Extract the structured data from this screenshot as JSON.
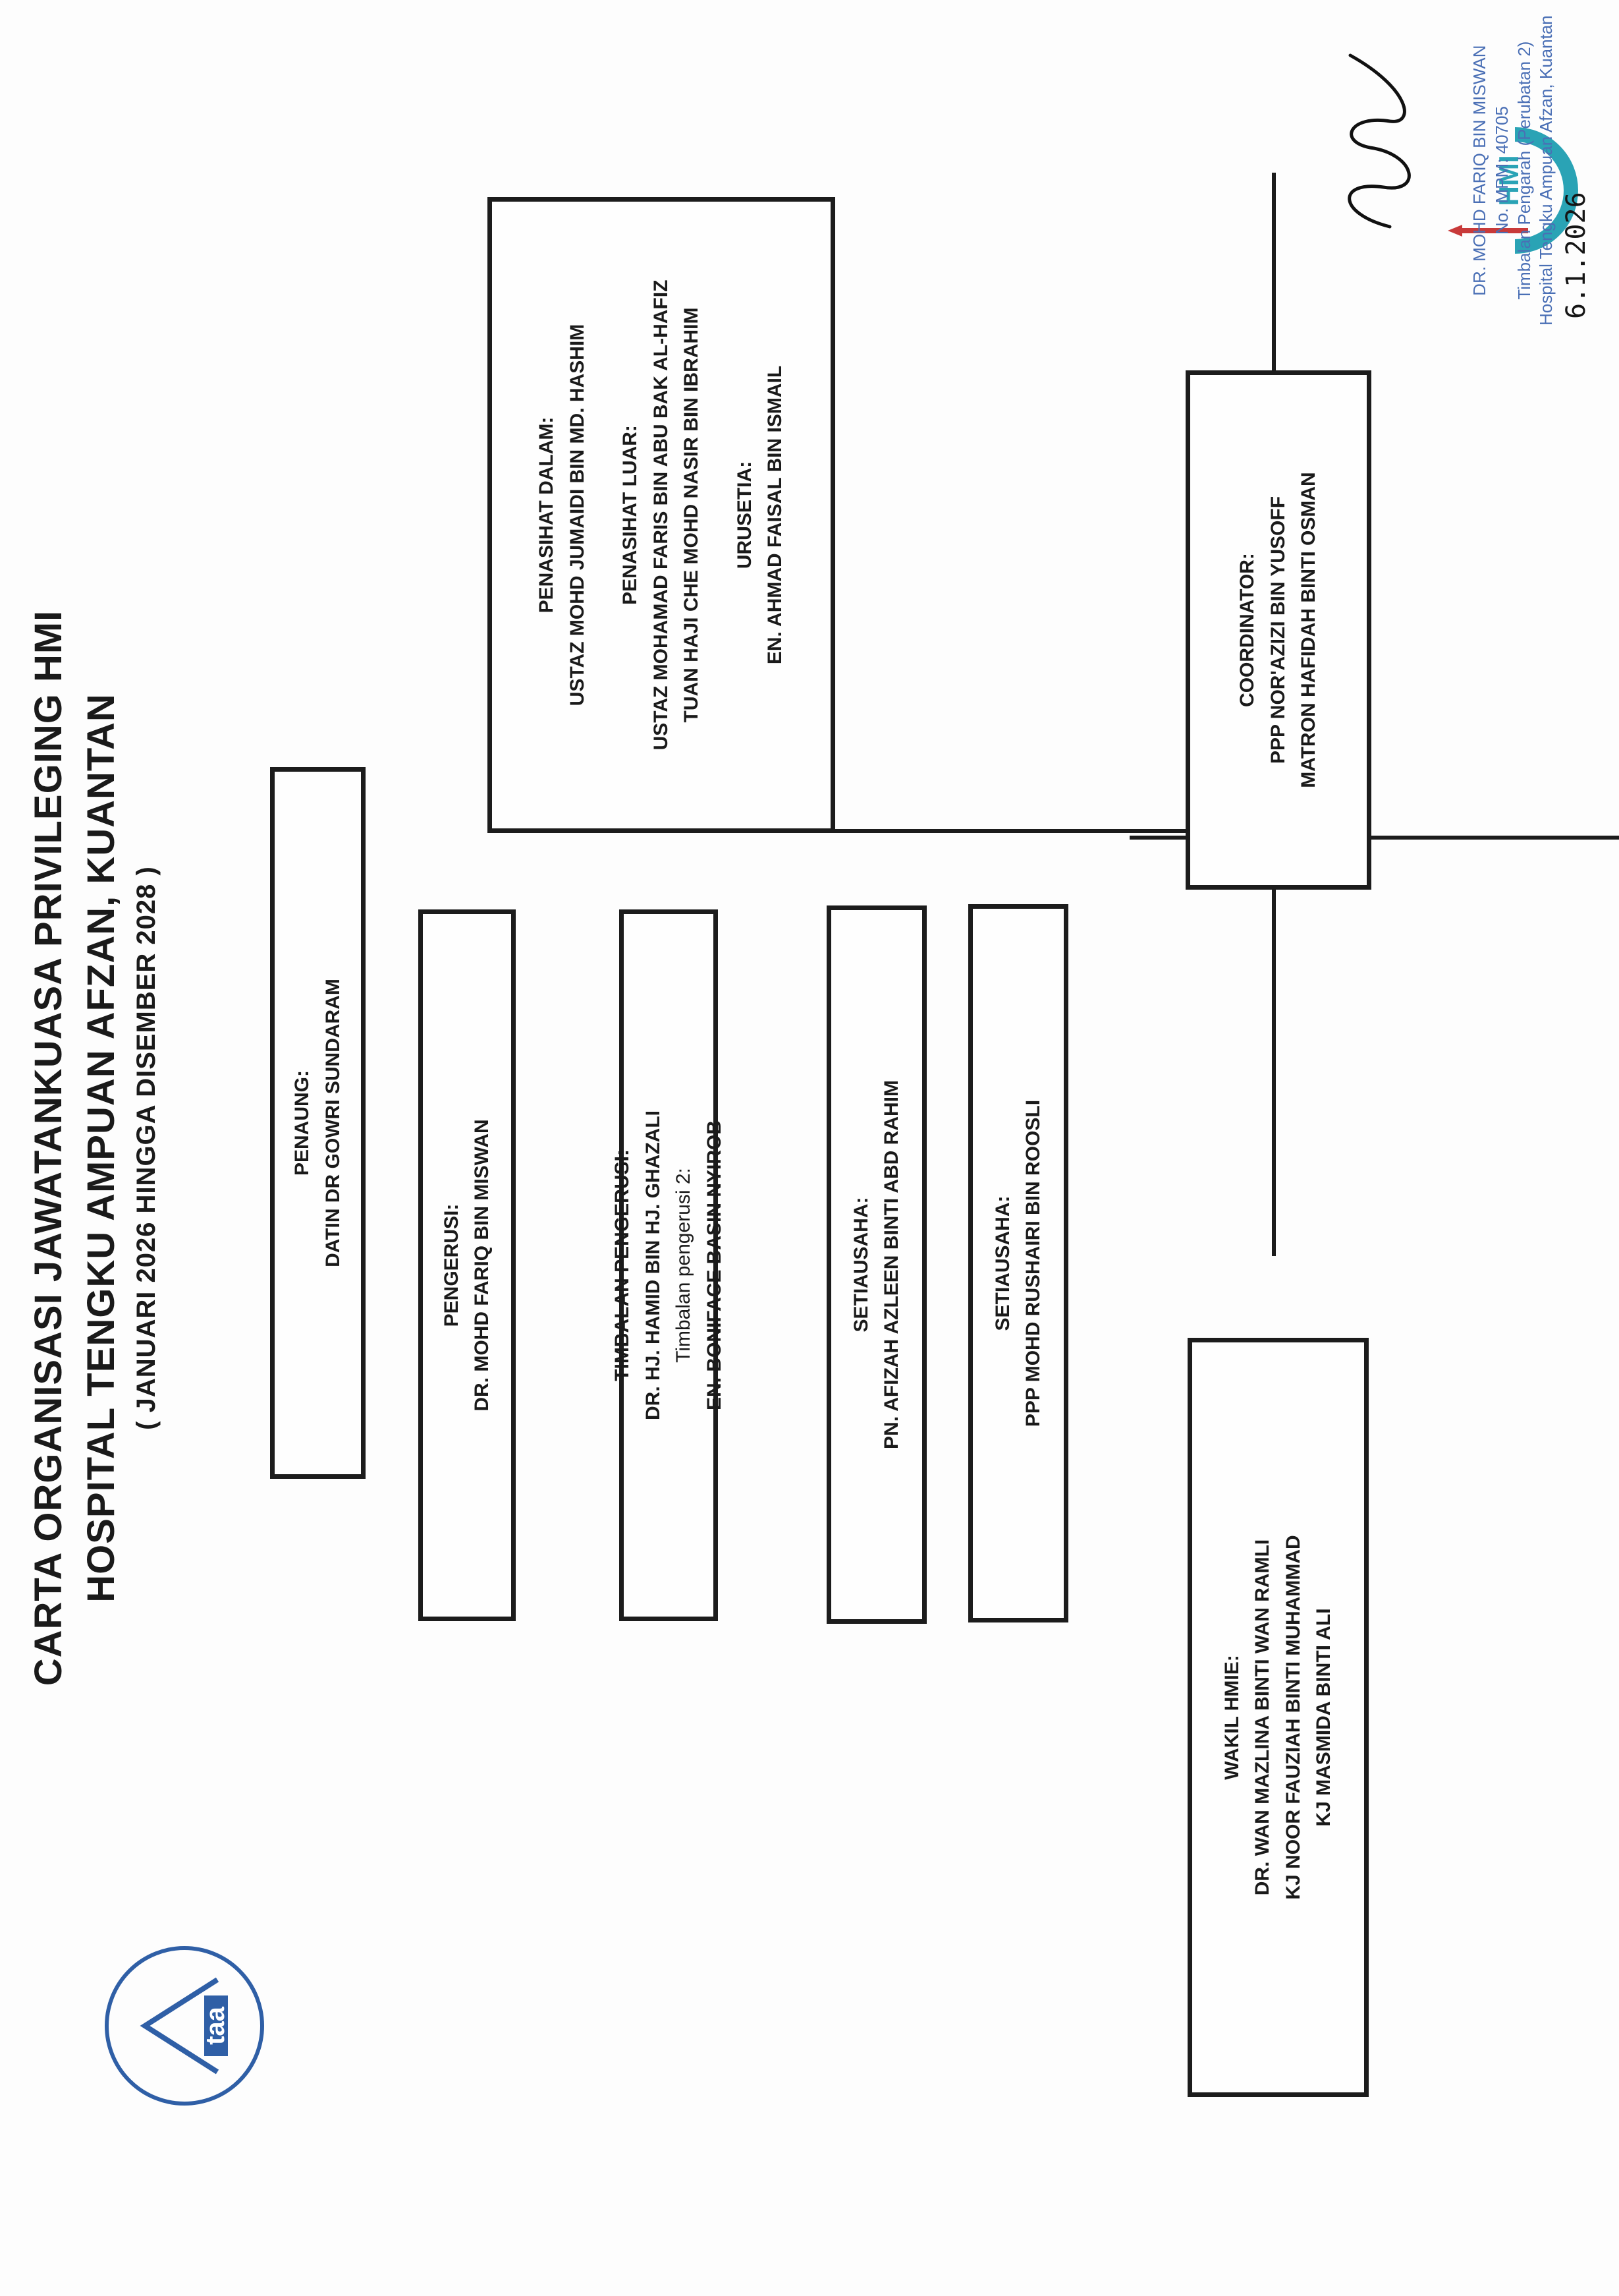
{
  "title": {
    "line1": "CARTA ORGANISASI JAWATANKUASA PRIVILEGING HMI",
    "line2": "HOSPITAL TENGKU AMPUAN AFZAN, KUANTAN",
    "line3": "( JANUARI 2026 HINGGA DISEMBER 2028 )"
  },
  "logos": {
    "left": "taa",
    "right": "HMI"
  },
  "boxes": {
    "penaung": {
      "role": "PENAUNG:",
      "name": "DATIN DR GOWRI SUNDARAM"
    },
    "pengerusi": {
      "role": "PENGERUSI:",
      "name": "DR. MOHD FARIQ BIN MISWAN"
    },
    "timbalan": {
      "role": "TIMBALAN PENGERUSI:",
      "name": "DR. HJ. HAMID BIN HJ. GHAZALI",
      "role2": "Timbalan pengerusi 2:",
      "name2": "EN. BONIFACE BASIN NYIROB"
    },
    "setiausaha1": {
      "role": "SETIAUSAHA:",
      "name": "PN. AFIZAH AZLEEN BINTI ABD RAHIM"
    },
    "setiausaha2": {
      "role": "SETIAUSAHA:",
      "name": "PPP MOHD RUSHAIRI BIN ROOSLI"
    },
    "penasihat": {
      "dalam_role": "PENASIHAT DALAM:",
      "dalam_name": "USTAZ MOHD JUMAIDI BIN MD. HASHIM",
      "luar_role": "PENASIHAT LUAR:",
      "luar_name1": "USTAZ MOHAMAD FARIS BIN ABU BAK AL-HAFIZ",
      "luar_name2": "TUAN HAJI CHE MOHD NASIR BIN IBRAHIM",
      "urusetia_role": "URUSETIA:",
      "urusetia_name": "EN. AHMAD FAISAL BIN ISMAIL"
    },
    "wakil": {
      "role": "WAKIL HMIE:",
      "name1": "DR. WAN MAZLINA BINTI WAN RAMLI",
      "name2": "KJ NOOR FAUZIAH BINTI MUHAMMAD",
      "name3": "KJ MASMIDA BINTI ALI"
    },
    "coordinator": {
      "role": "COORDINATOR:",
      "name1": "PPP NOR'AZIZI BIN YUSOFF",
      "name2": "MATRON HAFIDAH BINTI OSMAN"
    }
  },
  "stamp": {
    "line1": "DR. MOHD FARIQ BIN MISWAN",
    "line2": "No. MPM: 40705",
    "line3": "Timbalan Pengarah (Perubatan 2)",
    "line4": "Hospital Tengku Ampuan Afzan, Kuantan"
  },
  "signature_date": "6.1.2026",
  "colors": {
    "ink": "#1c1c1c",
    "stamp": "#4a6fb5",
    "logo_teal": "#2aa3b5",
    "logo_red": "#c83a3a",
    "logo_blue": "#2f5fa6"
  }
}
